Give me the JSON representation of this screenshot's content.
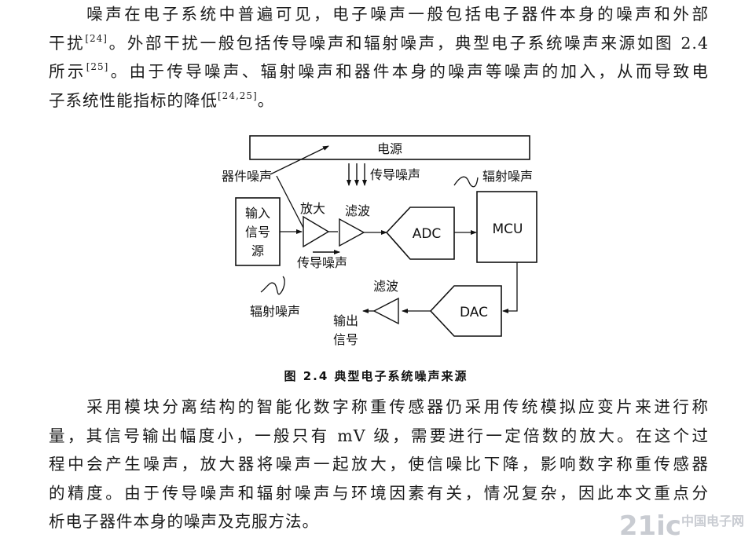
{
  "para1": {
    "lines": [
      "　　噪声在电子系统中普遍可见，电子噪声一般包括电子器件本身的噪声和外部",
      "干扰",
      "。外部干扰一般包括传导噪声和辐射噪声，典型电子系统噪声来源如图 2.4",
      "所示",
      "。由于传导噪声、辐射噪声和器件本身的噪声等噪声的加入，从而导致电",
      "子系统性能指标的降低",
      "。"
    ],
    "refs": [
      "[24]",
      "[25]",
      "[24,25]"
    ]
  },
  "figure": {
    "power": "电源",
    "device_noise": "器件噪声",
    "conducted_noise_top": "传导噪声",
    "radiated_noise_right": "辐射噪声",
    "input_source": [
      "输入",
      "信号",
      "源"
    ],
    "amplify": "放大",
    "filter1": "滤波",
    "adc": "ADC",
    "mcu": "MCU",
    "conducted_noise_bottom": "传导噪声",
    "radiated_noise_left": "辐射噪声",
    "filter2": "滤波",
    "dac": "DAC",
    "output_signal": [
      "输出",
      "信号"
    ]
  },
  "caption": "图 2.4  典型电子系统噪声来源",
  "para2": {
    "lines": [
      "　　采用模块分离结构的智能化数字称重传感器仍采用传统模拟应变片来进行称",
      "量，其信号输出幅度小，一般只有 mV 级，需要进行一定倍数的放大。在这个过",
      "程中会产生噪声，放大器将噪声一起放大，使信噪比下降，影响数字称重传感器",
      "的精度。由于传导噪声和辐射噪声与环境因素有关，情况复杂，因此本文重点分",
      "析电子器件本身的噪声及克服方法。"
    ]
  },
  "watermark": {
    "main": "21ic",
    "sub": "中国电子网"
  }
}
